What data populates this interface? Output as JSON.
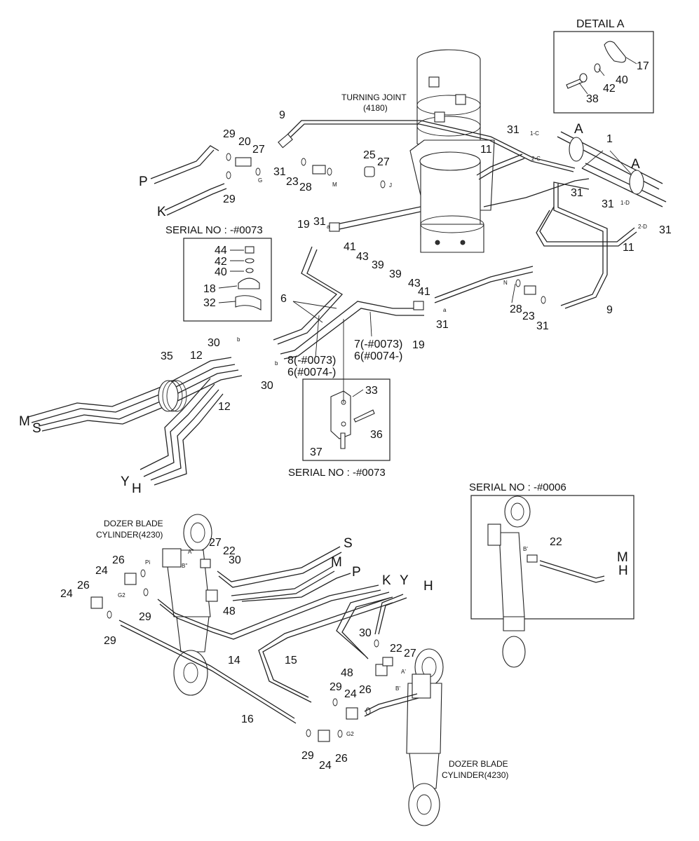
{
  "detail": {
    "title": "DETAIL A",
    "parts": [
      "17",
      "40",
      "42",
      "38"
    ]
  },
  "captions": {
    "turning_joint": [
      "TURNING JOINT",
      "(4180)"
    ],
    "dozer_left": [
      "DOZER BLADE",
      "CYLINDER(4230)"
    ],
    "dozer_right": [
      "DOZER BLADE",
      "CYLINDER(4230)"
    ]
  },
  "serials": {
    "box1": "SERIAL NO : -#0073",
    "box2": "SERIAL NO : -#0073",
    "box3": "SERIAL NO : -#0006"
  },
  "box1_parts": [
    "44",
    "42",
    "40",
    "18",
    "32"
  ],
  "box2_parts": [
    "33",
    "36",
    "37"
  ],
  "box3_parts": [
    "22",
    "M",
    "H"
  ],
  "hose_letters": [
    "P",
    "K",
    "M",
    "S",
    "Y",
    "H",
    "S",
    "M",
    "P",
    "K",
    "Y",
    "H"
  ],
  "section_letters": [
    "A",
    "A"
  ],
  "callouts_top": [
    "9",
    "29",
    "20",
    "27",
    "29",
    "31",
    "23",
    "28",
    "25",
    "27",
    "31",
    "11",
    "1",
    "31",
    "31",
    "31",
    "11",
    "9",
    "23",
    "28",
    "31",
    "19",
    "31",
    "41",
    "43",
    "39",
    "39",
    "43",
    "41",
    "31",
    "19",
    "6",
    "7(-#0073)",
    "6(#0074-)",
    "8(-#0073)",
    "6(#0074-)",
    "30",
    "30",
    "35",
    "12",
    "12"
  ],
  "callouts_bottom": [
    "26",
    "24",
    "26",
    "24",
    "29",
    "27",
    "22",
    "30",
    "48",
    "14",
    "29",
    "16",
    "15",
    "30",
    "22",
    "27",
    "48",
    "29",
    "26",
    "24",
    "29",
    "24",
    "26"
  ],
  "port_labels": [
    "1-C",
    "2-C",
    "1-D",
    "2-D",
    "G",
    "J",
    "M",
    "N",
    "a",
    "a",
    "b",
    "b",
    "Pi",
    "A''",
    "B''",
    "G2",
    "A'",
    "B'",
    "G2",
    "B'"
  ]
}
